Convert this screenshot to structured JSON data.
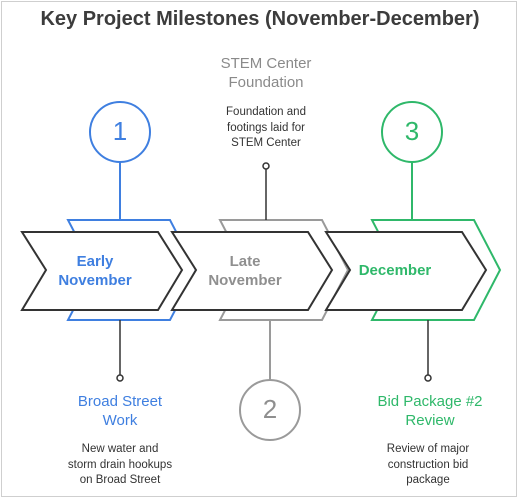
{
  "title": "Key Project Milestones (November-December)",
  "colors": {
    "blue": "#3f7fe0",
    "gray": "#9a9a9a",
    "green": "#2fb86a",
    "dark": "#333333"
  },
  "milestones": [
    {
      "number": "1",
      "period_line1": "Early",
      "period_line2": "November",
      "heading_line1": "Broad Street",
      "heading_line2": "Work",
      "desc_line1": "New water and",
      "desc_line2": "storm drain hookups",
      "desc_line3": "on Broad Street"
    },
    {
      "number": "2",
      "period_line1": "Late",
      "period_line2": "November",
      "heading_line1": "STEM Center",
      "heading_line2": "Foundation",
      "desc_line1": "Foundation and",
      "desc_line2": "footings laid for",
      "desc_line3": "STEM Center"
    },
    {
      "number": "3",
      "period_line1": "December",
      "heading_line1": "Bid Package #2",
      "heading_line2": "Review",
      "desc_line1": "Review of major",
      "desc_line2": "construction bid",
      "desc_line3": "package"
    }
  ]
}
